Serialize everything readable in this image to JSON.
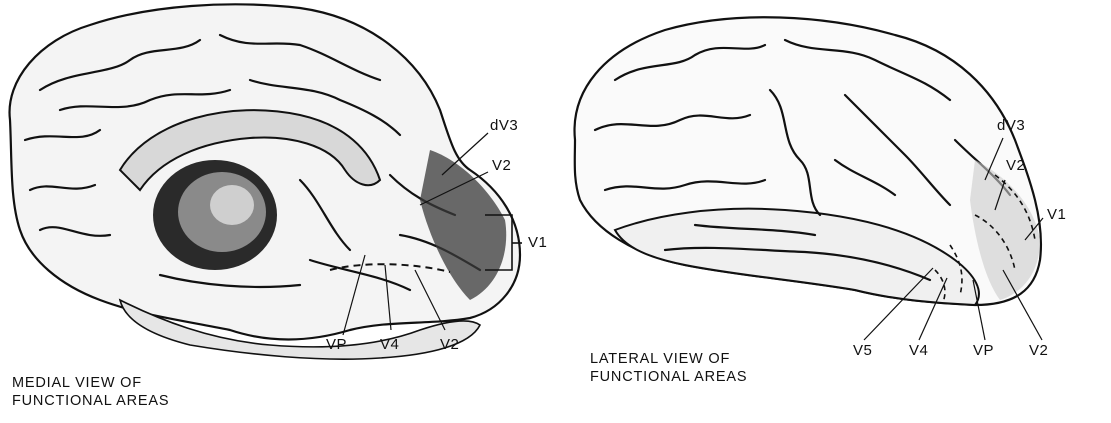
{
  "medial": {
    "caption_line1": "MEDIAL VIEW OF",
    "caption_line2": "FUNCTIONAL AREAS",
    "labels": {
      "dV3": "dV3",
      "V2_top": "V2",
      "V1": "V1",
      "VP": "VP",
      "V4": "V4",
      "V2_bottom": "V2"
    }
  },
  "lateral": {
    "caption_line1": "LATERAL VIEW OF",
    "caption_line2": "FUNCTIONAL AREAS",
    "labels": {
      "dV3": "dV3",
      "V2_top": "V2",
      "V1": "V1",
      "V5": "V5",
      "V4": "V4",
      "VP": "VP",
      "V2_bottom": "V2"
    }
  }
}
